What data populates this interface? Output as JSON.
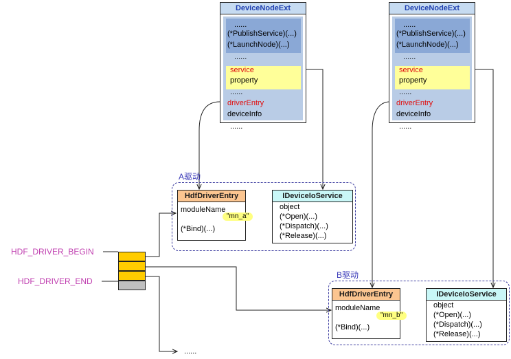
{
  "device_node_ext": [
    {
      "title": "DeviceNodeExt",
      "lines": [
        "......",
        "(*PublishService)(...)",
        "(*LaunchNode)(...)",
        "......",
        "service",
        "property",
        "......",
        "driverEntry",
        "deviceInfo",
        "......"
      ]
    },
    {
      "title": "DeviceNodeExt",
      "lines": [
        "......",
        "(*PublishService)(...)",
        "(*LaunchNode)(...)",
        "......",
        "service",
        "property",
        "......",
        "driverEntry",
        "deviceInfo",
        "......"
      ]
    }
  ],
  "drivers": [
    {
      "group_label": "A驱动",
      "entry_title": "HdfDriverEntry",
      "entry_module_label": "moduleName",
      "entry_module_value": "\"mn_a\"",
      "entry_bind": "(*Bind)(...)",
      "service_title": "IDeviceIoService",
      "service_lines": [
        "object",
        "(*Open)(...)",
        "(*Dispatch)(...)",
        "(*Release)(...)"
      ]
    },
    {
      "group_label": "B驱动",
      "entry_title": "HdfDriverEntry",
      "entry_module_label": "moduleName",
      "entry_module_value": "\"mn_b\"",
      "entry_bind": "(*Bind)(...)",
      "service_title": "IDeviceIoService",
      "service_lines": [
        "object",
        "(*Open)(...)",
        "(*Dispatch)(...)",
        "(*Release)(...)"
      ]
    }
  ],
  "section": {
    "begin_label": "HDF_DRIVER_BEGIN",
    "end_label": "HDF_DRIVER_END",
    "more": "......",
    "colors": {
      "entry": "#ffcc00",
      "end": "#c0c0c0"
    }
  }
}
